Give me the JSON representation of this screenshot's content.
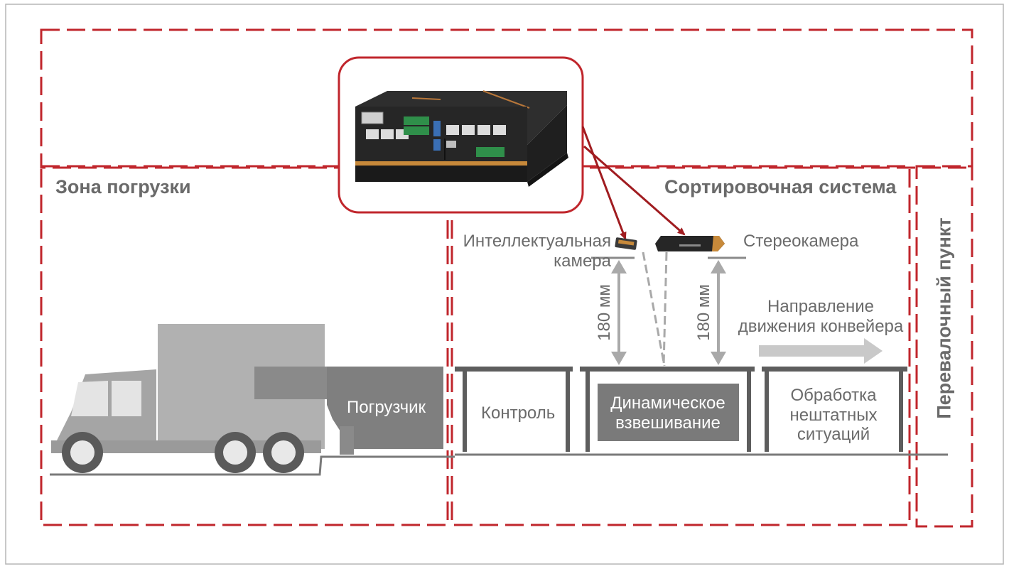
{
  "zones": {
    "loading_zone": "Зона погрузки",
    "sorting_system": "Сортировочная система",
    "transfer_point": "Перевалочный пункт"
  },
  "devices": {
    "smart_camera": "Интеллектуальная камера",
    "stereo_camera": "Стереокамера"
  },
  "distances": {
    "left": "180 мм",
    "right": "180 мм"
  },
  "conveyor": {
    "direction": "Направление движения конвейера"
  },
  "sections": {
    "loader": "Погрузчик",
    "control": "Контроль",
    "dynamic_weighing": "Динамическое взвешивание",
    "exceptions": "Обработка нештатных ситуаций"
  },
  "colors": {
    "zone_border": "#c0262c",
    "arrow": "#a01c20",
    "gray_equipment": "#9a9a9a",
    "dark_equipment": "#7a7a7a"
  }
}
